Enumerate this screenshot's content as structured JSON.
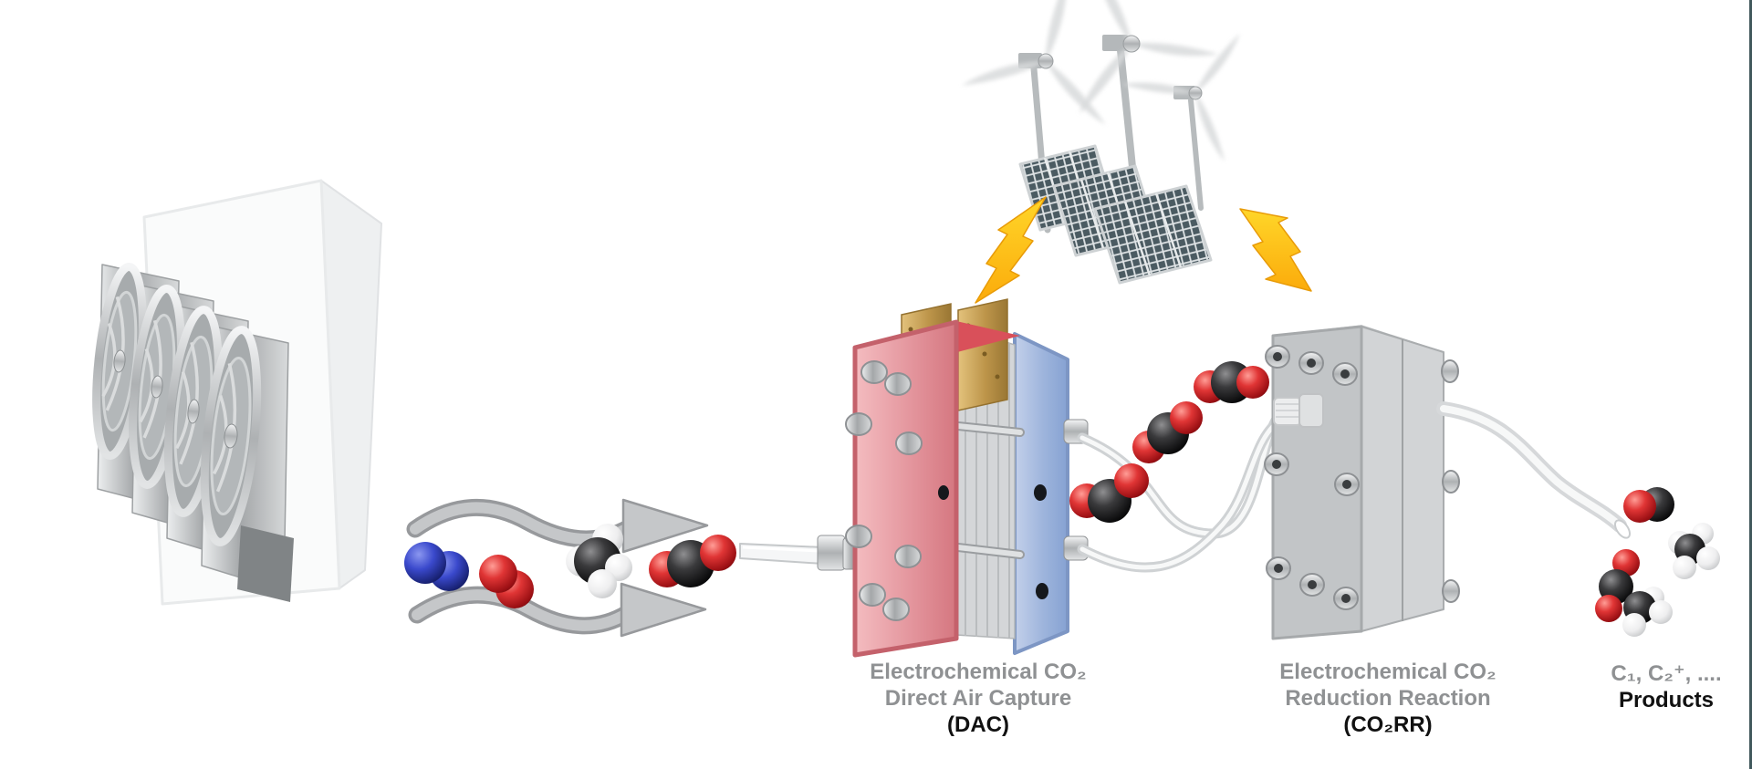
{
  "page": {
    "background": "#ffffff",
    "right_edge_line_color": "#41585c"
  },
  "captions": {
    "dac": {
      "line1": "Electrochemical CO₂",
      "line2": "Direct Air Capture",
      "line3": "(DAC)"
    },
    "co2rr": {
      "line1": "Electrochemical CO₂",
      "line2": "Reduction Reaction",
      "line3": "(CO₂RR)"
    },
    "products": {
      "line1": "C₁, C₂⁺, ....",
      "line2": "Products"
    }
  },
  "palette": {
    "caption_gray": "#8f9193",
    "caption_black": "#111111",
    "dac_anode_pink": "#e8959d",
    "dac_cathode_blue": "#9db4dc",
    "electrode_brass": "#c9a152",
    "lightning_yellow": "#ffc917",
    "solar_cell_dark": "#4b5b62",
    "molecule_red": "#d92b2b",
    "molecule_blue": "#2a3ab4",
    "molecule_black": "#1a1a1c",
    "molecule_white": "#f0f0f1",
    "metal_gray": "#b6b9bb"
  },
  "components": {
    "air_intake_unit": {
      "name": "air-intake-fan-unit",
      "fan_count": 4
    },
    "airflow_arrow_count": 2,
    "inflow_molecules": [
      "N2",
      "O2",
      "CH4",
      "CO2"
    ],
    "renewables": {
      "wind_turbines": 3,
      "solar_panels": 3
    },
    "transfer_molecules": [
      "CO2",
      "CO2",
      "CO2"
    ],
    "product_molecules": [
      "CO",
      "C2H6",
      "C2H5OH"
    ]
  }
}
